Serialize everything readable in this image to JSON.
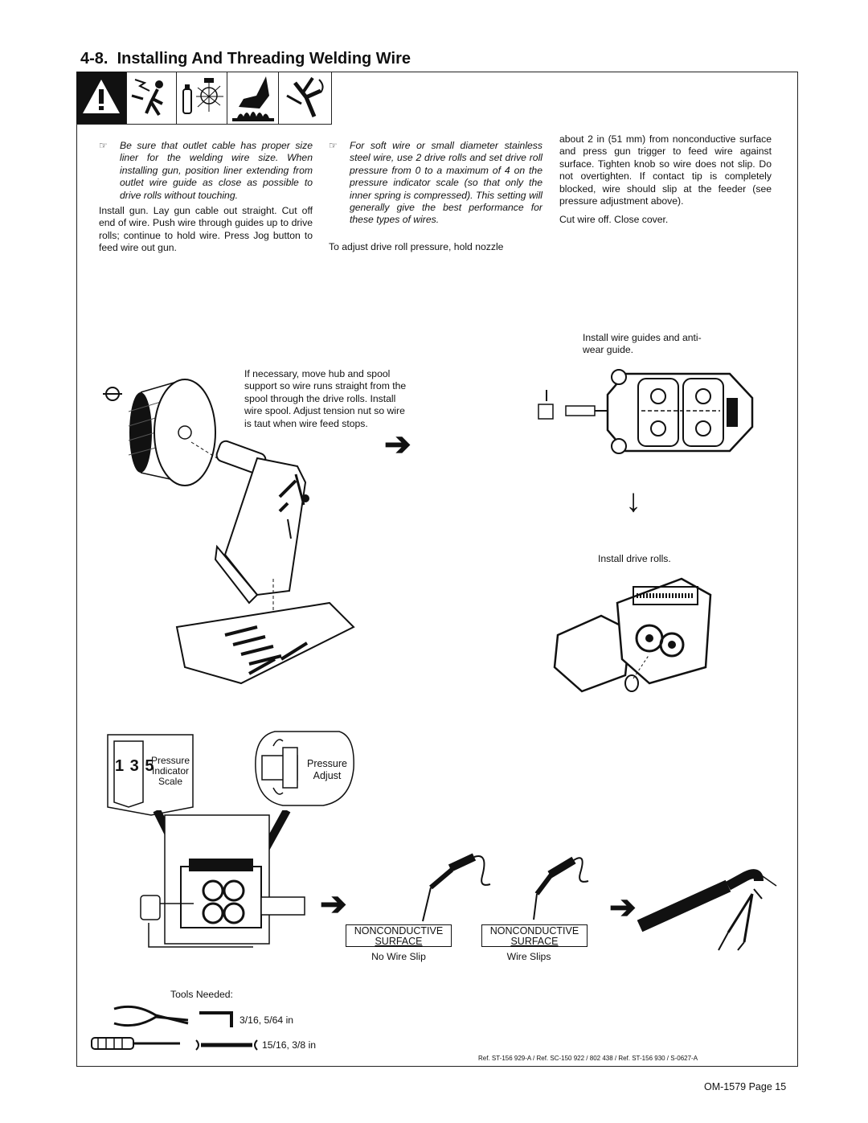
{
  "section": {
    "number": "4-8.",
    "title": "Installing And Threading Welding Wire"
  },
  "warning_icons": [
    "warning-triangle-icon",
    "electric-shock-icon",
    "flying-sparks-icon",
    "hot-parts-icon",
    "moving-parts-icon"
  ],
  "col1": {
    "note": "Be sure that outlet cable has proper size liner for the welding wire size. When installing gun, position liner extending from outlet wire guide as close as possible to drive rolls without touching.",
    "text": "Install gun. Lay gun cable out straight. Cut off end of wire. Push wire through guides up to drive rolls; continue to hold wire. Press Jog button to feed wire out gun."
  },
  "col2": {
    "note": "For soft wire or small diameter stainless steel wire, use 2 drive rolls and set drive roll pressure from 0 to a maximum of 4 on the pressure indicator scale (so that only the inner spring is compressed). This setting will generally give the best performance for these types of wires.",
    "text": "To adjust drive roll pressure, hold nozzle"
  },
  "col3": {
    "text": "about 2 in (51 mm) from nonconductive surface and press gun trigger to feed wire against surface. Tighten knob so wire does not slip. Do not overtighten. If contact tip is completely blocked, wire should slip at the feeder (see pressure adjustment above).",
    "text2": "Cut wire off. Close cover."
  },
  "labels": {
    "spool": "If necessary, move hub and spool support so wire runs straight from the spool through the drive rolls. Install wire spool. Adjust tension nut so wire is taut when wire feed stops.",
    "guides": "Install wire guides and anti-wear guide.",
    "drive_rolls": "Install drive rolls.",
    "pressure_scale": "Pressure\nIndicator\nScale",
    "scale_digits": "1 3 5",
    "pressure_adjust": "Pressure\nAdjust",
    "nonconductive_1_top": "NONCONDUCTIVE",
    "nonconductive_1_bottom": "SURFACE",
    "nonconductive_1_caption": "No Wire Slip",
    "nonconductive_2_top": "NONCONDUCTIVE",
    "nonconductive_2_bottom": "SURFACE",
    "nonconductive_2_caption": "Wire Slips",
    "tools_needed": "Tools Needed:",
    "tool_allen": "3/16, 5/64 in",
    "tool_wrench": "15/16, 3/8 in"
  },
  "reference": "Ref. ST-156 929-A / Ref. SC-150 922 / 802 438 / Ref. ST-156 930 / S-0627-A",
  "footer": "OM-1579 Page 15"
}
